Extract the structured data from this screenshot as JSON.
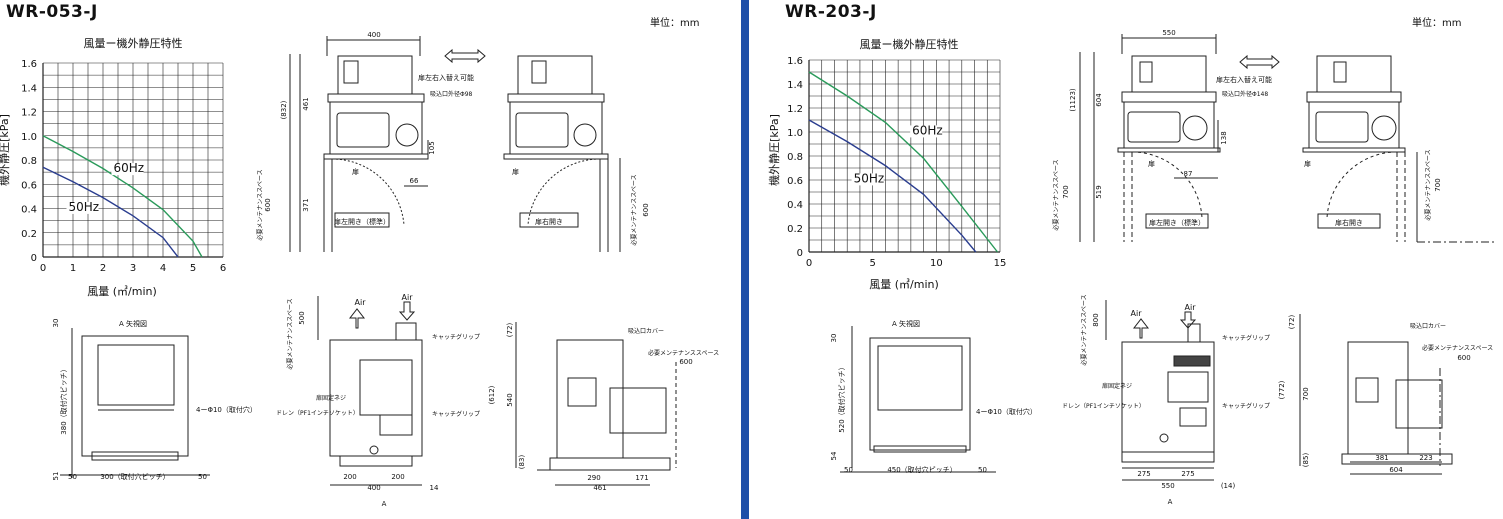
{
  "left": {
    "model": "WR-053-J",
    "unit": "単位：mm",
    "chart_data": {
      "type": "line",
      "title": "風量ー機外静圧特性",
      "xlabel": "風量 (㎥/min)",
      "ylabel": "機外静圧[kPa]",
      "xlim": [
        0,
        6
      ],
      "ylim": [
        0,
        1.6
      ],
      "x_ticks": [
        "0",
        "1",
        "2",
        "3",
        "4",
        "5",
        "6"
      ],
      "y_ticks": [
        "0",
        "0.2",
        "0.4",
        "0.6",
        "0.8",
        "1.0",
        "1.2",
        "1.4",
        "1.6"
      ],
      "grid": true,
      "series": [
        {
          "name": "60Hz",
          "color": "#2a9a5a",
          "x": [
            0,
            1,
            2,
            3,
            4,
            5,
            5.3
          ],
          "y": [
            1.0,
            0.87,
            0.73,
            0.57,
            0.39,
            0.13,
            0
          ]
        },
        {
          "name": "50Hz",
          "color": "#2a3d8f",
          "x": [
            0,
            1,
            2,
            3,
            4,
            4.5
          ],
          "y": [
            0.74,
            0.62,
            0.49,
            0.34,
            0.16,
            0
          ]
        }
      ]
    },
    "top_dims": {
      "d400": "400",
      "d832": "(832)",
      "d461": "461",
      "d371": "371",
      "d600": "600",
      "d105": "105",
      "d66": "66"
    },
    "labels": {
      "swap": "扉左右入替え可能",
      "intake": "吸込口外径Φ98",
      "door": "扉",
      "maint": "必要メンテナンススペース",
      "left_open": "扉左開き（標準）",
      "right_open": "扉右開き",
      "a_view": "A 矢視図",
      "holes": "4ーΦ10（取付穴）",
      "pitch_v": "380（取付穴ピッチ）",
      "pitch_h": "300（取付穴ピッチ）",
      "air": "Air",
      "catch": "キャッチグリップ",
      "fix_screw": "扉固定ネジ",
      "drain": "ドレン（PF1インチソケット）",
      "cover": "吸込口カバー",
      "arrow_a": "A"
    },
    "bottom_dims": {
      "d30": "30",
      "d51": "51",
      "d50a": "50",
      "d50b": "50",
      "d500": "500",
      "d200a": "200",
      "d200b": "200",
      "d400": "400",
      "d14": "14",
      "d72": "(72)",
      "d612": "(612)",
      "d540": "540",
      "d83": "(83)",
      "d290": "290",
      "d171": "171",
      "d461": "461",
      "d600": "600"
    }
  },
  "right": {
    "model": "WR-203-J",
    "unit": "単位：mm",
    "chart_data": {
      "type": "line",
      "title": "風量ー機外静圧特性",
      "xlabel": "風量 (㎥/min)",
      "ylabel": "機外静圧[kPa]",
      "xlim": [
        0,
        15
      ],
      "ylim": [
        0,
        1.6
      ],
      "x_ticks": [
        "0",
        "5",
        "10",
        "15"
      ],
      "y_ticks": [
        "0",
        "0.2",
        "0.4",
        "0.6",
        "0.8",
        "1.0",
        "1.2",
        "1.4",
        "1.6"
      ],
      "grid": true,
      "series": [
        {
          "name": "60Hz",
          "color": "#2a9a5a",
          "x": [
            0,
            3,
            6,
            9,
            12,
            14.8
          ],
          "y": [
            1.5,
            1.3,
            1.08,
            0.78,
            0.38,
            0
          ]
        },
        {
          "name": "50Hz",
          "color": "#2a3d8f",
          "x": [
            0,
            3,
            6,
            9,
            12,
            13.1
          ],
          "y": [
            1.1,
            0.92,
            0.72,
            0.48,
            0.14,
            0
          ]
        }
      ]
    },
    "top_dims": {
      "d550": "550",
      "d1123": "(1123)",
      "d604": "604",
      "d519": "519",
      "d700": "700",
      "d138": "138",
      "d87": "87"
    },
    "labels": {
      "swap": "扉左右入替え可能",
      "intake": "吸込口外径Φ148",
      "door": "扉",
      "maint": "必要メンテナンススペース",
      "left_open": "扉左開き（標準）",
      "right_open": "扉右開き",
      "a_view": "A 矢視図",
      "holes": "4ーΦ10（取付穴）",
      "pitch_v": "520（取付穴ピッチ）",
      "pitch_h": "450（取付穴ピッチ）",
      "air": "Air",
      "catch": "キャッチグリップ",
      "fix_screw": "扉固定ネジ",
      "drain": "ドレン（PF1インチソケット）",
      "cover": "吸込口カバー",
      "arrow_a": "A"
    },
    "bottom_dims": {
      "d30": "30",
      "d54": "54",
      "d50a": "50",
      "d50b": "50",
      "d800": "800",
      "d275a": "275",
      "d275b": "275",
      "d550": "550",
      "d14": "(14)",
      "d72": "(72)",
      "d772": "(772)",
      "d700": "700",
      "d85": "(85)",
      "d381": "381",
      "d223": "223",
      "d604": "604",
      "d600": "600"
    }
  }
}
